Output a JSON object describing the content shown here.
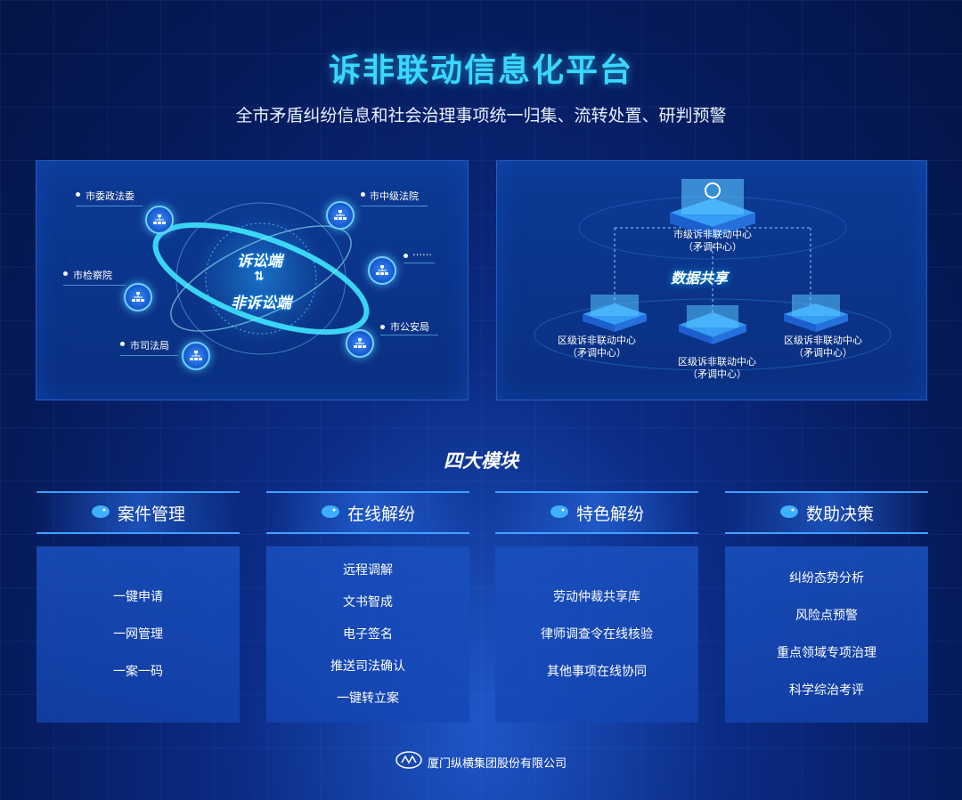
{
  "header": {
    "title": "诉非联动信息化平台",
    "subtitle": "全市矛盾纠纷信息和社会治理事项统一归集、流转处置、研判预警"
  },
  "left_panel": {
    "center_top": "诉讼端",
    "center_arrow": "⇅",
    "center_bottom": "非诉讼端",
    "nodes": [
      {
        "label": "市委政法委"
      },
      {
        "label": "市中级法院"
      },
      {
        "label": "市检察院"
      },
      {
        "label": "……"
      },
      {
        "label": "市司法局"
      },
      {
        "label": "市公安局"
      }
    ]
  },
  "right_panel": {
    "top_center": "市级诉非联动中心",
    "top_center_sub": "（矛调中心）",
    "share": "数据共享",
    "left_center": "区级诉非联动中心",
    "left_center_sub": "（矛调中心）",
    "mid_center": "区级诉非联动中心",
    "mid_center_sub": "（矛调中心）",
    "right_center": "区级诉非联动中心",
    "right_center_sub": "（矛调中心）"
  },
  "modules": {
    "title": "四大模块",
    "items": [
      {
        "name": "案件管理",
        "entries": [
          "一键申请",
          "一网管理",
          "一案一码"
        ]
      },
      {
        "name": "在线解纷",
        "entries": [
          "远程调解",
          "文书智成",
          "电子签名",
          "推送司法确认",
          "一键转立案"
        ]
      },
      {
        "name": "特色解纷",
        "entries": [
          "劳动仲裁共享库",
          "律师调查令在线核验",
          "其他事项在线协同"
        ]
      },
      {
        "name": "数助决策",
        "entries": [
          "纠纷态势分析",
          "风险点预警",
          "重点领域专项治理",
          "科学综治考评"
        ]
      }
    ]
  },
  "footer": {
    "company": "厦门纵横集团股份有限公司"
  },
  "colors": {
    "accent": "#39d8ff",
    "background": "#0b2c86"
  }
}
